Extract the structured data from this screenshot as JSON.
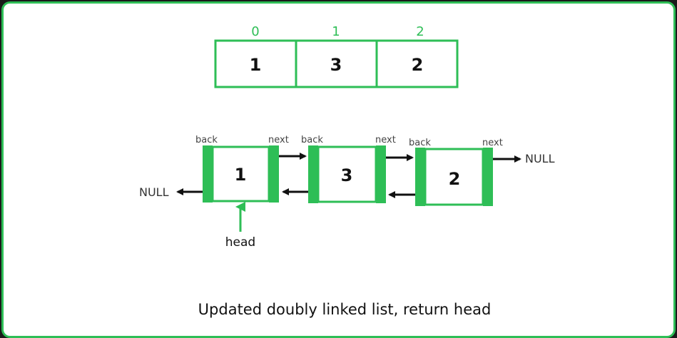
{
  "array": {
    "indices": [
      "0",
      "1",
      "2"
    ],
    "values": [
      "1",
      "3",
      "2"
    ]
  },
  "nodes": [
    {
      "value": "1",
      "back_label": "back",
      "next_label": "next"
    },
    {
      "value": "3",
      "back_label": "back",
      "next_label": "next"
    },
    {
      "value": "2",
      "back_label": "back",
      "next_label": "next"
    }
  ],
  "null_left": "NULL",
  "null_right": "NULL",
  "head_label": "head",
  "caption": "Updated doubly linked list, return head",
  "colors": {
    "accent": "#2ebe56",
    "background": "#ffffff",
    "outer": "#1a1a1a"
  }
}
